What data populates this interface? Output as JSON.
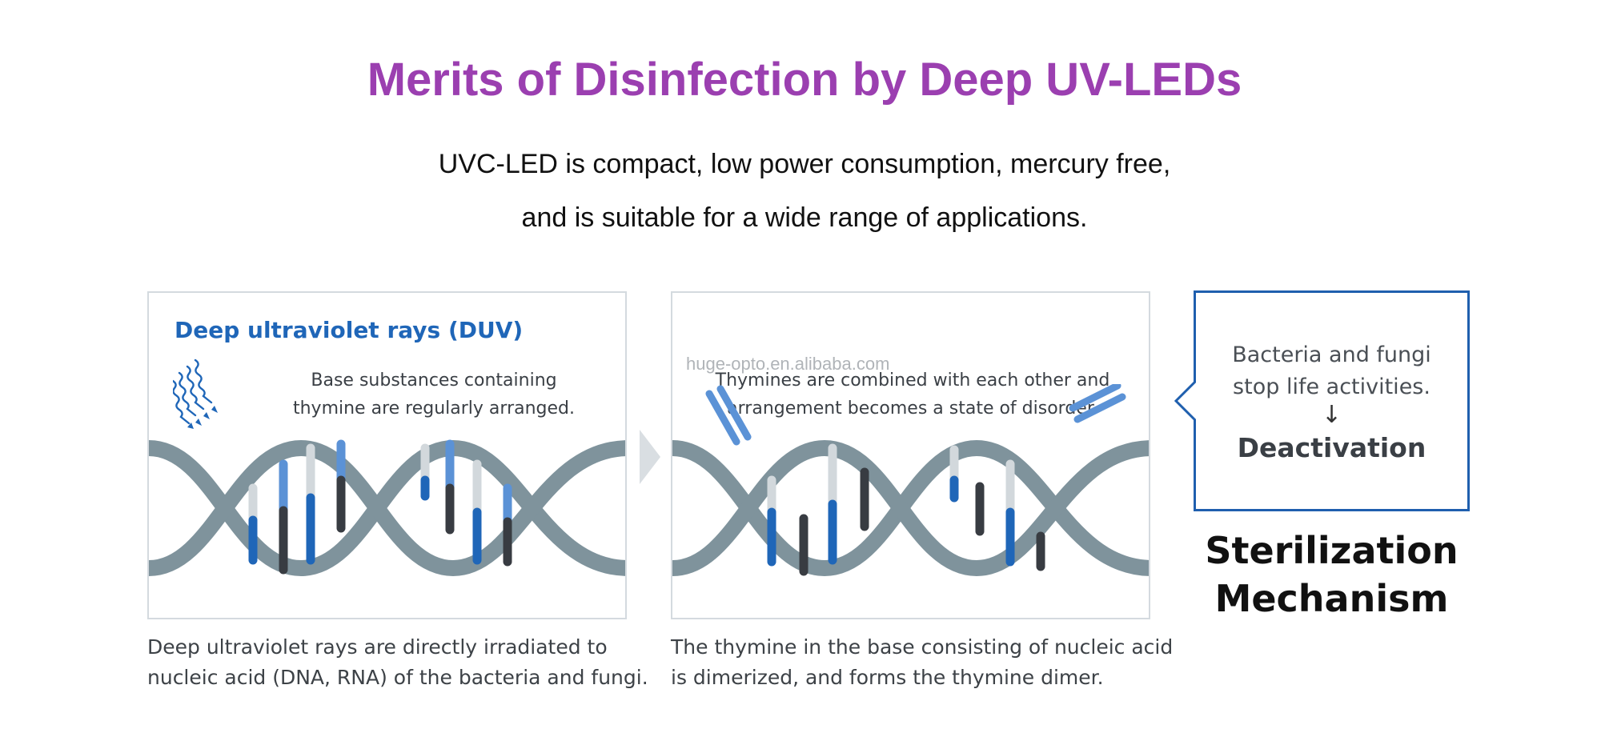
{
  "header": {
    "title": "Merits of Disinfection by Deep UV-LEDs",
    "subtitle_line1": "UVC-LED is compact, low power consumption, mercury free,",
    "subtitle_line2": "and is suitable for a wide range of applications."
  },
  "panel1": {
    "heading": "Deep ultraviolet rays (DUV)",
    "note_line1": "Base substances containing",
    "note_line2": "thymine are regularly arranged.",
    "caption_line1": "Deep ultraviolet rays are directly irradiated to",
    "caption_line2": "nucleic acid (DNA, RNA) of the bacteria and fungi."
  },
  "panel2": {
    "watermark": "huge-opto.en.alibaba.com",
    "note_line1": "Thymines are combined with each other and",
    "note_line2": "arrangement becomes a state of disorder.",
    "caption_line1": "The thymine in the base consisting of nucleic acid",
    "caption_line2": "is dimerized, and forms the thymine dimer."
  },
  "callout": {
    "line1": "Bacteria and fungi",
    "line2": "stop life activities.",
    "arrow": "↓",
    "result": "Deactivation"
  },
  "mechanism": {
    "line1": "Sterilization",
    "line2": "Mechanism"
  },
  "colors": {
    "title": "#9b3fb0",
    "dna_strand": "#7f939c",
    "base_blue": "#1f66b8",
    "base_light_blue": "#5b92d6",
    "base_dark": "#383c42",
    "base_light_gray": "#d2d8dc",
    "callout_border": "#1f5fae"
  }
}
